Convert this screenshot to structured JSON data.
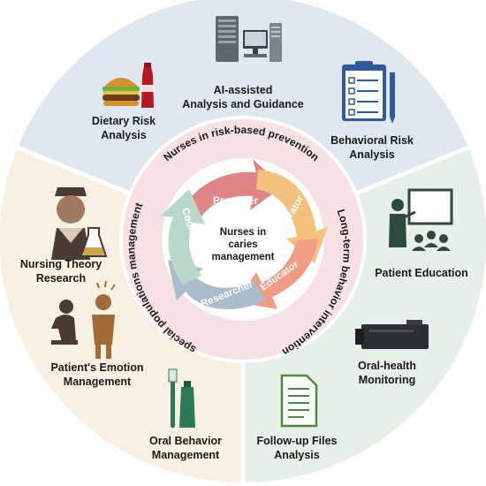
{
  "center": {
    "line1": "Nurses in",
    "line2": "caries",
    "line3": "management"
  },
  "roles": {
    "promoter": "Promoter",
    "operator": "Operator",
    "educator": "Educator",
    "researcher": "Researcher",
    "coordinator": "Coordinator"
  },
  "themes": {
    "top": "Nurses in risk-based prevention",
    "right": "Long-term behavior intervention",
    "left": "special populations management"
  },
  "items": {
    "dietary": {
      "line1": "Dietary Risk",
      "line2": "Analysis"
    },
    "ai": {
      "line1": "AI-assisted",
      "line2": "Analysis and Guidance"
    },
    "behavioral": {
      "line1": "Behavioral Risk",
      "line2": "Analysis"
    },
    "patient_education": {
      "line1": "Patient Education"
    },
    "oral_health": {
      "line1": "Oral-health",
      "line2": "Monitoring"
    },
    "followup": {
      "line1": "Follow-up Files",
      "line2": "Analysis"
    },
    "oral_behavior": {
      "line1": "Oral Behavior",
      "line2": "Management"
    },
    "emotion": {
      "line1": "Patient's Emotion",
      "line2": "Management"
    },
    "nursing_theory": {
      "line1": "Nursing Theory",
      "line2": "Research"
    }
  },
  "colors": {
    "sector_top": "#dfe7f1",
    "sector_right": "#e7efe9",
    "sector_left": "#f8f1e1",
    "ring": "#f7e1e3",
    "promoter": "#df8585",
    "operator": "#f2c27c",
    "educator": "#f19a84",
    "researcher": "#a9bccb",
    "coordinator": "#b8d9c9"
  }
}
